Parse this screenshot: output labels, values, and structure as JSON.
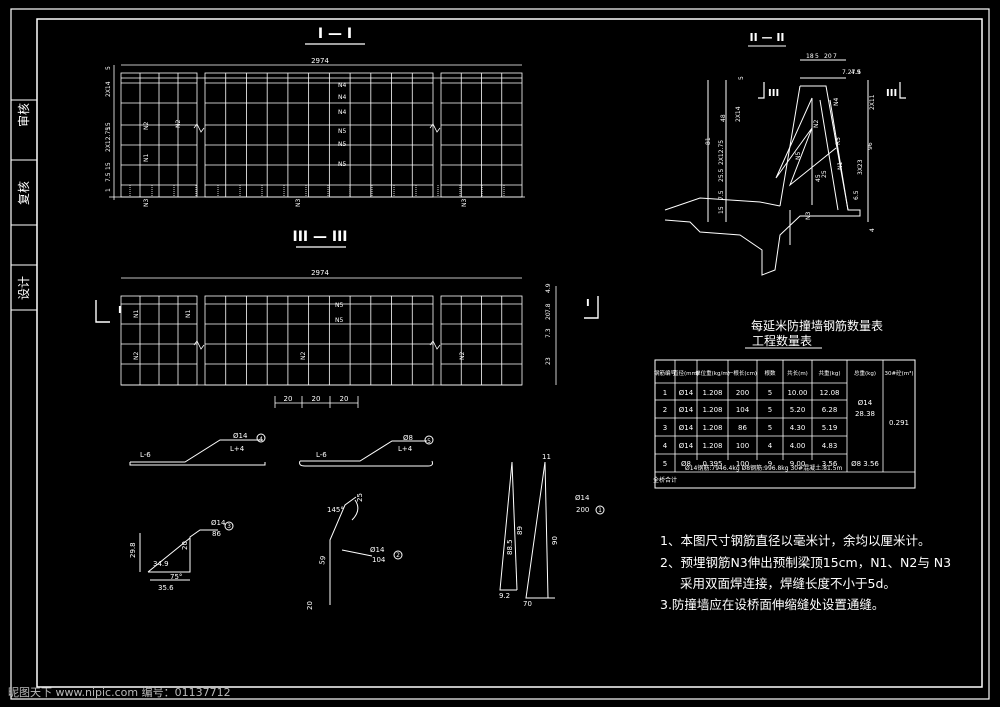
{
  "title_block": {
    "review": "审核",
    "check": "复核",
    "design": "设计"
  },
  "sections": {
    "s1": "I — I",
    "s2": "II — II",
    "s3": "III — III",
    "label_I": "I",
    "label_III": "III",
    "dim_total": "2974"
  },
  "s1_dims_left": [
    "5",
    "2X14",
    "15",
    "2X12.75",
    "15",
    "7.5",
    "1"
  ],
  "s1_bars": [
    "N4",
    "N4",
    "N4",
    "N5",
    "N5",
    "N5",
    "N1",
    "N2",
    "N2",
    "N3",
    "N3",
    "N3"
  ],
  "s3_dims_right": [
    "4.9",
    "7.8",
    "20",
    "7.3",
    "23"
  ],
  "s3_bars": [
    "N1",
    "N1",
    "N5",
    "N5",
    "N2",
    "N2",
    "N2"
  ],
  "s3_bottom_dims": [
    "20",
    "20",
    "20"
  ],
  "s2_dims_top": [
    "18",
    "5",
    "20",
    "7",
    "7.27.5",
    "4.9"
  ],
  "s2_labels": [
    "5",
    "48",
    "81",
    "2X14",
    "2X12.75",
    "25.5",
    "7.5",
    "15",
    "N4",
    "N2",
    "N5",
    "N1",
    "N3",
    "25",
    "96",
    "3X23",
    "45",
    "4",
    "R5",
    "2X11",
    "6.5"
  ],
  "table": {
    "title1": "每延米防撞墙钢筋数量表",
    "title2": "工程数量表",
    "headers": [
      "钢筋编号",
      "直径(mm)",
      "单位重(kg/m)",
      "一根长(cm)",
      "根数",
      "共长(m)",
      "共重(kg)",
      "总重(kg)",
      "30#砼(m³)"
    ],
    "rows": [
      [
        "1",
        "Ø14",
        "1.208",
        "200",
        "5",
        "10.00",
        "12.08"
      ],
      [
        "2",
        "Ø14",
        "1.208",
        "104",
        "5",
        "5.20",
        "6.28"
      ],
      [
        "3",
        "Ø14",
        "1.208",
        "86",
        "5",
        "4.30",
        "5.19"
      ],
      [
        "4",
        "Ø14",
        "1.208",
        "100",
        "4",
        "4.00",
        "4.83"
      ],
      [
        "5",
        "Ø8",
        "0.395",
        "100",
        "9",
        "9.00",
        "3.56"
      ]
    ],
    "total_a": "Ø14",
    "total_b": "28.38",
    "total_c": "Ø8 3.56",
    "concrete": "0.291",
    "sum_label": "全桥合计",
    "sum_text": "Ø14钢筋:7946.4kg Ø8钢筋:996.8kg 30#混凝土:81.5m"
  },
  "notes": [
    "1、本图尺寸钢筋直径以毫米计，余均以厘米计。",
    "2、预埋钢筋N3伸出预制梁顶15cm，N1、N2与 N3",
    "采用双面焊连接，焊缝长度不小于5d。",
    "3.防撞墙应在设桥面伸缩缝处设置通缝。"
  ],
  "bars": {
    "b4": {
      "dia": "Ø14",
      "len": "L+4",
      "base": "L-6",
      "num": "4"
    },
    "b5": {
      "dia": "Ø8",
      "len": "L+4",
      "base": "L-6",
      "num": "5"
    },
    "b3": {
      "dia": "Ø14",
      "len": "86",
      "num": "3",
      "d1": "29.8",
      "d2": "20",
      "d3": "34.9",
      "d4": "75°",
      "d5": "35.6"
    },
    "b2": {
      "dia": "Ø14",
      "len": "104",
      "num": "2",
      "a1": "145°",
      "a2": "25",
      "a3": "59",
      "a4": "20"
    },
    "b1": {
      "dia": "Ø14",
      "len": "200",
      "num": "1",
      "c1": "11",
      "c2": "89",
      "c3": "88.5",
      "c4": "90",
      "c5": "9.2",
      "c6": "70"
    }
  },
  "watermark": "昵图天下 www.nipic.com    编号：01137712"
}
